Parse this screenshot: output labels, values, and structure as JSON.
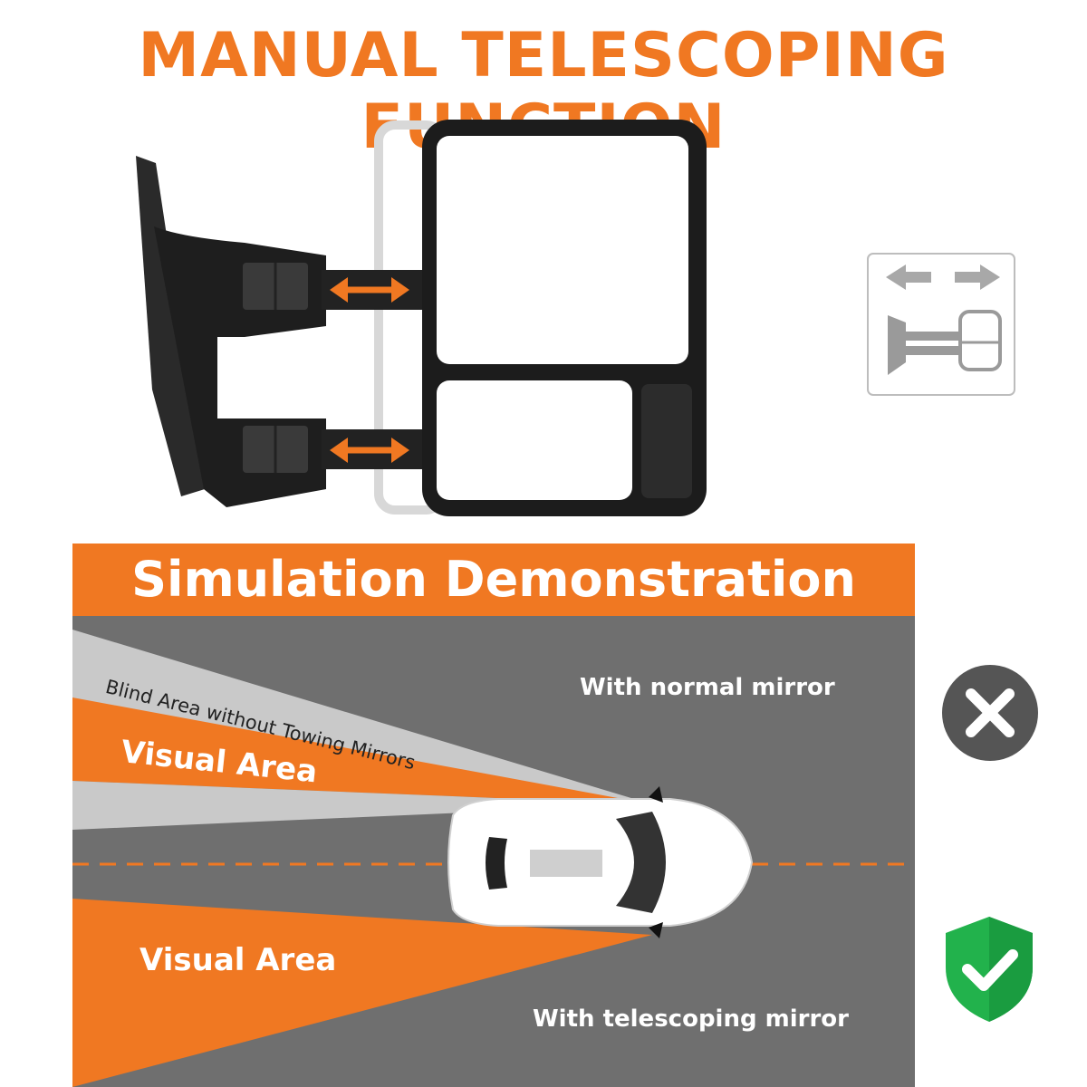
{
  "colors": {
    "accent": "#f07822",
    "panel_gray": "#6f6f6f",
    "light_gray": "#c9c9c9",
    "dark_gray": "#555555",
    "green": "#22b24c"
  },
  "header": {
    "title": "MANUAL TELESCOPING FUNCTION"
  },
  "icons": {
    "mirror_extend": "telescope-arrows-icon",
    "normal_result": "x-circle-icon",
    "telescoping_result": "shield-check-icon"
  },
  "simulation": {
    "title": "Simulation Demonstration",
    "normal_label": "With normal mirror",
    "telescoping_label": "With telescoping mirror",
    "blind_area_label": "Blind Area without Towing Mirrors",
    "visual_area_top": "Visual Area",
    "visual_area_bottom": "Visual Area"
  }
}
